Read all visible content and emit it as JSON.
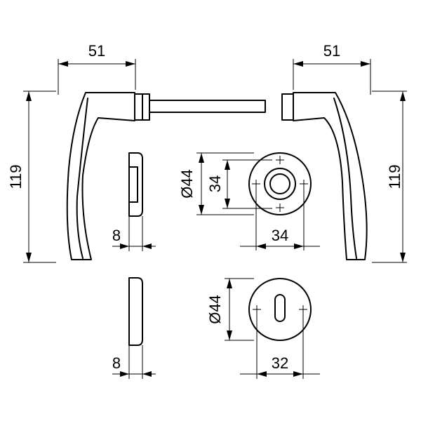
{
  "dimensions": {
    "left_handle_width": "51",
    "right_handle_width": "51",
    "left_handle_height": "119",
    "right_handle_height": "119",
    "rose_thickness": "8",
    "escutcheon_thickness": "8",
    "rose_diameter": "Ø44",
    "rose_inner_vertical": "34",
    "rose_inner_horizontal": "34",
    "escutcheon_diameter": "Ø44",
    "escutcheon_width": "32"
  }
}
